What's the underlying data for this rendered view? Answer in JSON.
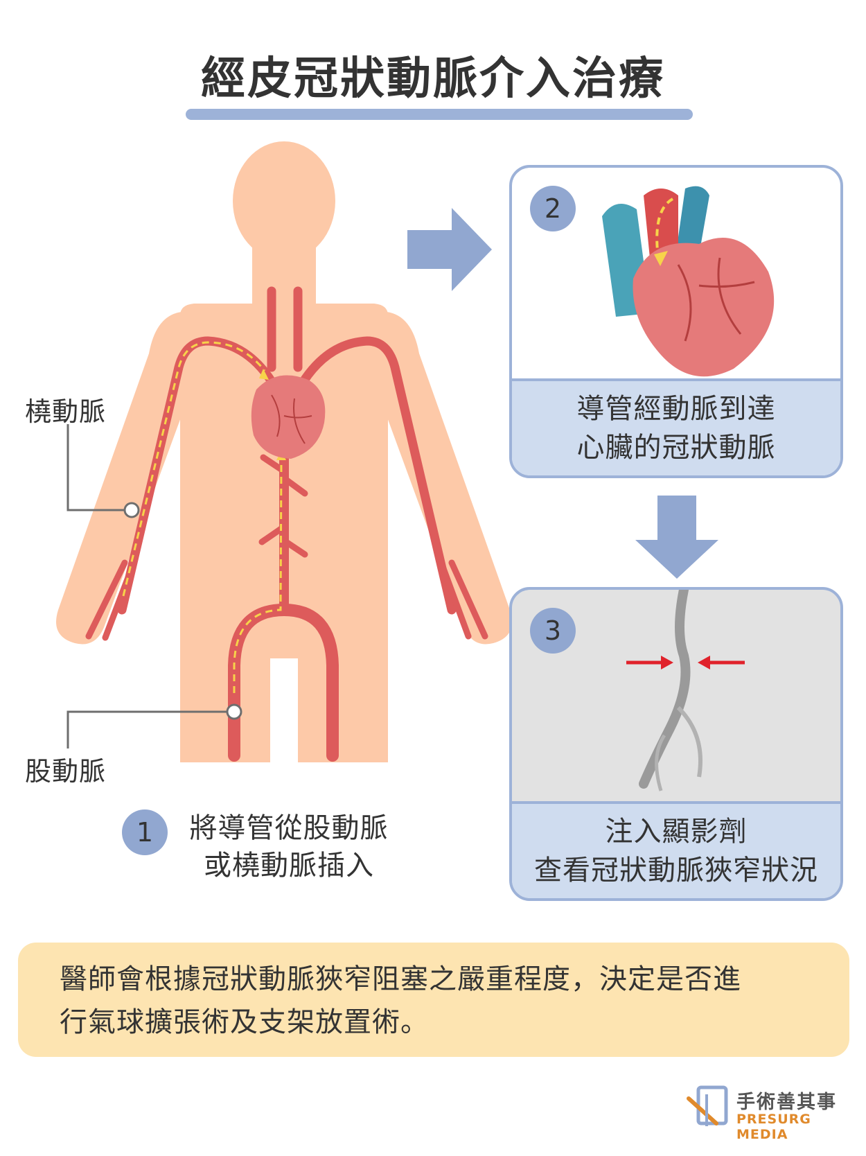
{
  "title": "經皮冠狀動脈介入治療",
  "labels": {
    "radial_artery": "橈動脈",
    "femoral_artery": "股動脈"
  },
  "steps": [
    {
      "number": "1",
      "line1": "將導管從股動脈",
      "line2": "或橈動脈插入"
    },
    {
      "number": "2",
      "line1": "導管經動脈到達",
      "line2": "心臟的冠狀動脈"
    },
    {
      "number": "3",
      "line1": "注入顯影劑",
      "line2": "查看冠狀動脈狹窄狀況"
    }
  ],
  "note": {
    "line1": "醫師會根據冠狀動脈狹窄阻塞之嚴重程度，決定是否進",
    "line2": "行氣球擴張術及支架放置術。"
  },
  "logo": {
    "name": "手術善其事",
    "sub": "PRESURG MEDIA"
  },
  "colors": {
    "skin": "#fdc9a8",
    "artery": "#dd5b5b",
    "catheter": "#f7d34a",
    "heart": "#e57a7a",
    "accent_blue": "#91a7d0",
    "caption_bg": "#cfdcef",
    "note_bg": "#fde4b1",
    "narrowing_arrow": "#e0222b"
  }
}
